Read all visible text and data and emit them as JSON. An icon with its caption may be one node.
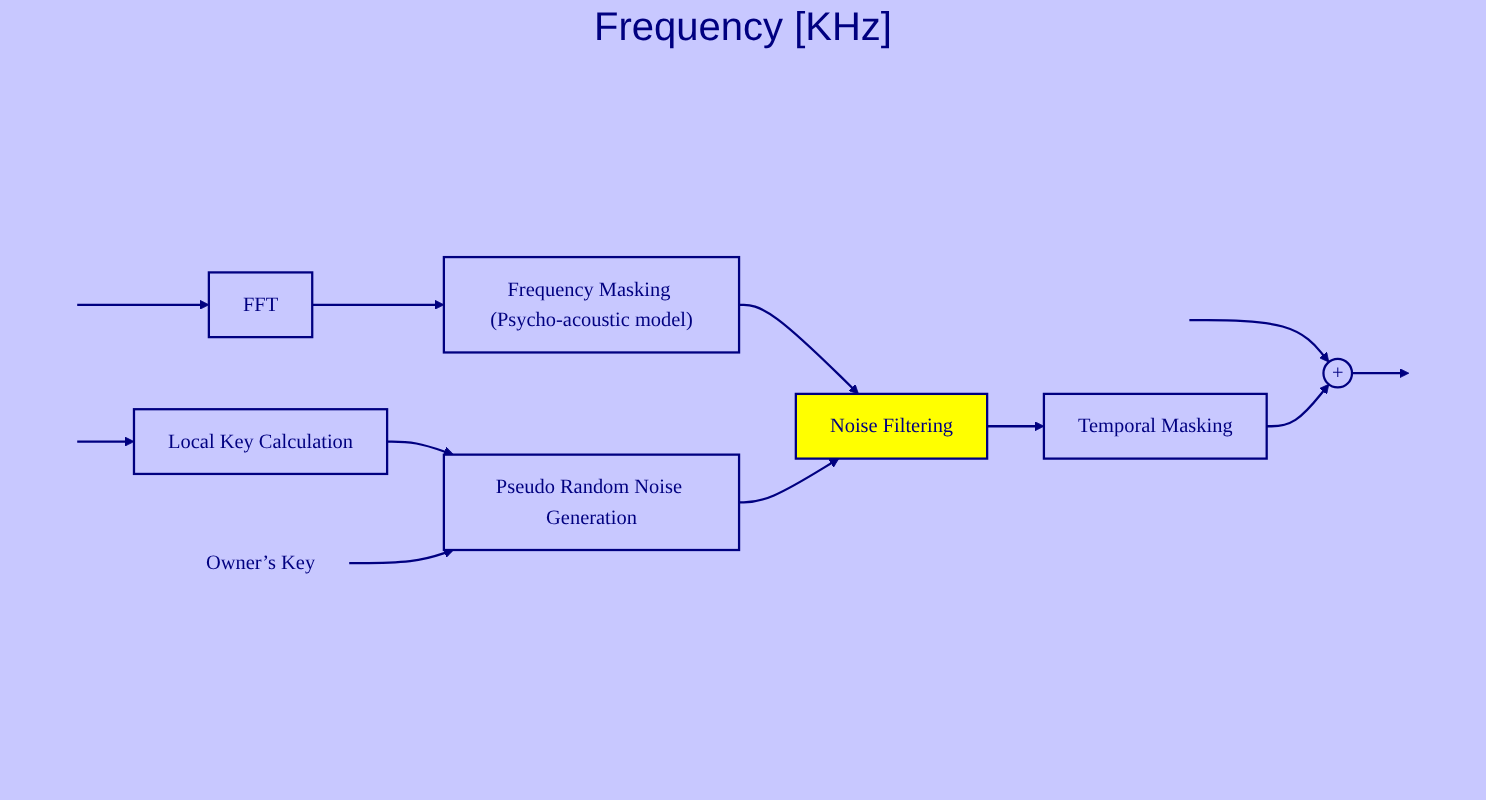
{
  "diagram": {
    "nodes": [
      {
        "text": [
          "+"
        ]
      },
      {
        "text": [
          "Temporal Masking"
        ]
      },
      {
        "text": [
          "FFT"
        ]
      },
      {
        "text": [
          "Frequency Masking (Psycho-acoustic model)"
        ]
      },
      {
        "text": [
          "Noise Filtering"
        ]
      },
      {
        "text": [
          "Local Key Calculation"
        ]
      },
      {
        "text": [
          "Pseudo Random Noise Generation"
        ]
      },
      {
        "text": [
          "Owner’s Key"
        ]
      }
    ],
    "edges": [
      {
        "from": null,
        "to": 0,
        "arrow": "to"
      },
      {
        "from": null,
        "to": 2,
        "arrow": "to"
      },
      {
        "from": null,
        "to": 5,
        "arrow": "to"
      },
      {
        "from": 2,
        "to": 3,
        "arrow": "to"
      },
      {
        "from": 3,
        "to": 4,
        "arrow": "to"
      },
      {
        "from": 5,
        "to": 6,
        "arrow": "to"
      },
      {
        "from": 6,
        "to": 4,
        "arrow": "to"
      },
      {
        "from": 4,
        "to": 1,
        "arrow": "to"
      },
      {
        "from": 1,
        "to": 0,
        "arrow": "to"
      },
      {
        "from": 0,
        "to": null,
        "arrow": "to"
      },
      {
        "from": 7,
        "to": 6,
        "arrow": "to"
      }
    ],
    "labels": [
      "Frequency [KHz]"
    ]
  }
}
